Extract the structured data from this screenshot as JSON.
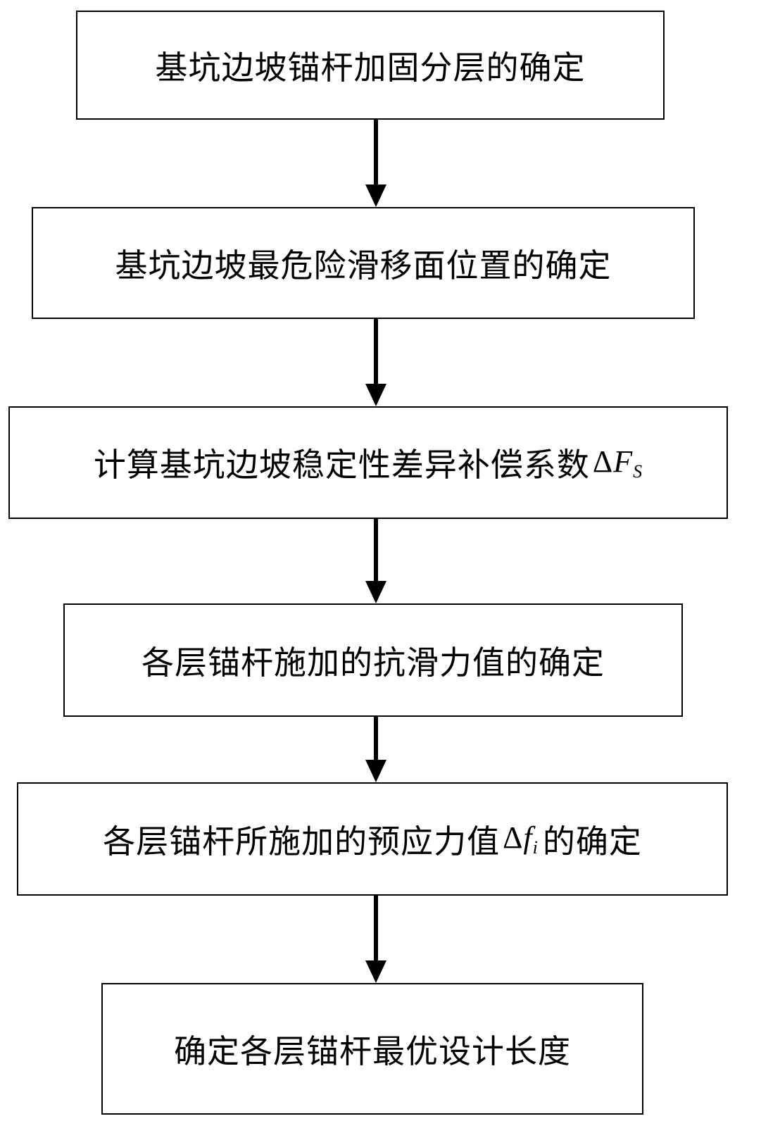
{
  "steps": [
    {
      "label": "基坑边坡锚杆加固分层的确定"
    },
    {
      "label": "基坑边坡最危险滑移面位置的确定"
    },
    {
      "label": "计算基坑边坡稳定性差异补偿系数",
      "math": {
        "delta": "Δ",
        "var": "F",
        "sub": "S"
      }
    },
    {
      "label": "各层锚杆施加的抗滑力值的确定"
    },
    {
      "label_before": "各层锚杆所施加的预应力值",
      "math": {
        "delta": "Δ",
        "var": "f",
        "sub": "i"
      },
      "label_after": "的确定"
    },
    {
      "label": "确定各层锚杆最优设计长度"
    }
  ],
  "colors": {
    "stroke": "#000000",
    "background": "#ffffff"
  }
}
